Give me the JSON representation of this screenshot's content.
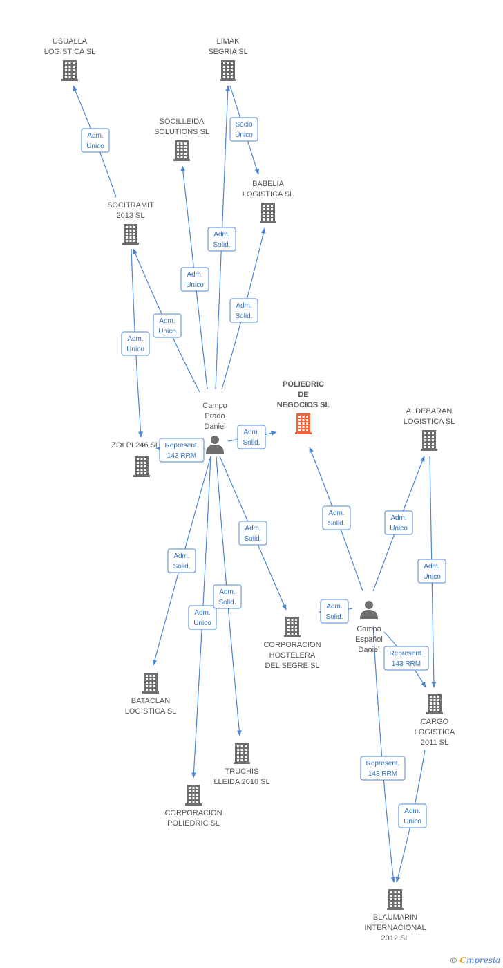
{
  "colors": {
    "edge": "#4a86d4",
    "badge_text": "#2f6fbe",
    "building": "#6e6e6e",
    "focus_building": "#f0643c",
    "person": "#6e6e6e",
    "label": "#555555"
  },
  "nodes": [
    {
      "id": "usualla",
      "type": "company",
      "lines": [
        "USUALLA",
        "LOGISTICA SL"
      ]
    },
    {
      "id": "limak",
      "type": "company",
      "lines": [
        "LIMAK",
        "SEGRIA SL"
      ]
    },
    {
      "id": "socilleida",
      "type": "company",
      "lines": [
        "SOCILLEIDA",
        "SOLUTIONS SL"
      ]
    },
    {
      "id": "babelia",
      "type": "company",
      "lines": [
        "BABELIA",
        "LOGISTICA SL"
      ]
    },
    {
      "id": "socitramit",
      "type": "company",
      "lines": [
        "SOCITRAMIT",
        "2013 SL"
      ]
    },
    {
      "id": "poliedric",
      "type": "focus",
      "lines": [
        "POLIEDRIC",
        "DE",
        "NEGOCIOS SL"
      ]
    },
    {
      "id": "aldebaran",
      "type": "company",
      "lines": [
        "ALDEBARAN",
        "LOGISTICA SL"
      ]
    },
    {
      "id": "prado",
      "type": "person",
      "lines": [
        "Campo",
        "Prado",
        "Daniel"
      ]
    },
    {
      "id": "zolpi",
      "type": "company",
      "lines": [
        "ZOLPI 246 SL"
      ]
    },
    {
      "id": "espanol",
      "type": "person",
      "lines": [
        "Campo",
        "Español",
        "Daniel"
      ]
    },
    {
      "id": "hostelera",
      "type": "company",
      "lines": [
        "CORPORACION",
        "HOSTELERA",
        "DEL SEGRE SL"
      ]
    },
    {
      "id": "bataclan",
      "type": "company",
      "lines": [
        "BATACLAN",
        "LOGISTICA SL"
      ]
    },
    {
      "id": "cargo",
      "type": "company",
      "lines": [
        "CARGO",
        "LOGISTICA",
        "2011 SL"
      ]
    },
    {
      "id": "truchis",
      "type": "company",
      "lines": [
        "TRUCHIS",
        "LLEIDA 2010 SL"
      ]
    },
    {
      "id": "corpoliedric",
      "type": "company",
      "lines": [
        "CORPORACION",
        "POLIEDRIC SL"
      ]
    },
    {
      "id": "blaumarin",
      "type": "company",
      "lines": [
        "BLAUMARIN",
        "INTERNACIONAL",
        "2012 SL"
      ]
    }
  ],
  "edges": [
    {
      "from": "socitramit",
      "to": "usualla",
      "label": [
        "Adm.",
        "Unico"
      ]
    },
    {
      "from": "limak",
      "to": "babelia",
      "label": [
        "Socio",
        "Único"
      ]
    },
    {
      "from": "prado",
      "to": "limak",
      "label": [
        "Adm.",
        "Solid."
      ]
    },
    {
      "from": "prado",
      "to": "socilleida",
      "label": [
        "Adm.",
        "Unico"
      ]
    },
    {
      "from": "prado",
      "to": "babelia",
      "label": [
        "Adm.",
        "Solid."
      ]
    },
    {
      "from": "prado",
      "to": "socitramit",
      "label": [
        "Adm.",
        "Unico"
      ]
    },
    {
      "from": "socitramit",
      "to": "zolpi",
      "label": [
        "Adm.",
        "Unico"
      ]
    },
    {
      "from": "prado",
      "to": "zolpi",
      "label": [
        "Represent.",
        "143 RRM"
      ]
    },
    {
      "from": "prado",
      "to": "poliedric",
      "label": [
        "Adm.",
        "Solid."
      ]
    },
    {
      "from": "prado",
      "to": "bataclan",
      "label": [
        "Adm.",
        "Solid."
      ]
    },
    {
      "from": "prado",
      "to": "corpoliedric",
      "label": [
        "Adm.",
        "Unico"
      ]
    },
    {
      "from": "prado",
      "to": "truchis",
      "label": [
        "Adm.",
        "Solid."
      ]
    },
    {
      "from": "prado",
      "to": "hostelera",
      "label": [
        "Adm.",
        "Solid."
      ]
    },
    {
      "from": "espanol",
      "to": "poliedric",
      "label": [
        "Adm.",
        "Solid."
      ]
    },
    {
      "from": "espanol",
      "to": "aldebaran",
      "label": [
        "Adm.",
        "Unico"
      ]
    },
    {
      "from": "espanol",
      "to": "hostelera",
      "label": [
        "Adm.",
        "Solid."
      ]
    },
    {
      "from": "aldebaran",
      "to": "cargo",
      "label": [
        "Adm.",
        "Unico"
      ]
    },
    {
      "from": "espanol",
      "to": "cargo",
      "label": [
        "Represent.",
        "143 RRM"
      ]
    },
    {
      "from": "espanol",
      "to": "blaumarin",
      "label": [
        "Represent.",
        "143 RRM"
      ]
    },
    {
      "from": "cargo",
      "to": "blaumarin",
      "label": [
        "Adm.",
        "Unico"
      ]
    }
  ],
  "watermark": {
    "copyright": "©",
    "brand_first": "C",
    "brand_rest": "mpresia"
  }
}
